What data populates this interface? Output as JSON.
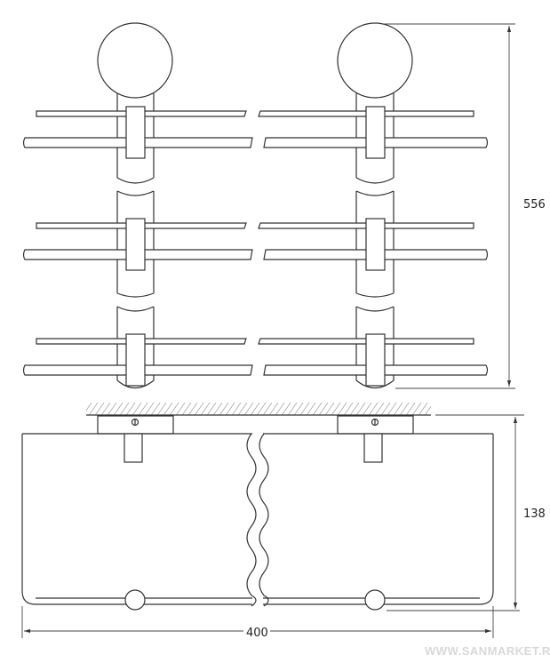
{
  "dimensions": {
    "height_total": "556",
    "depth": "138",
    "width": "400"
  },
  "watermark": "WWW.SANMARKET.RU",
  "views": [
    "front-view",
    "side-view"
  ],
  "shelf_levels": 3
}
